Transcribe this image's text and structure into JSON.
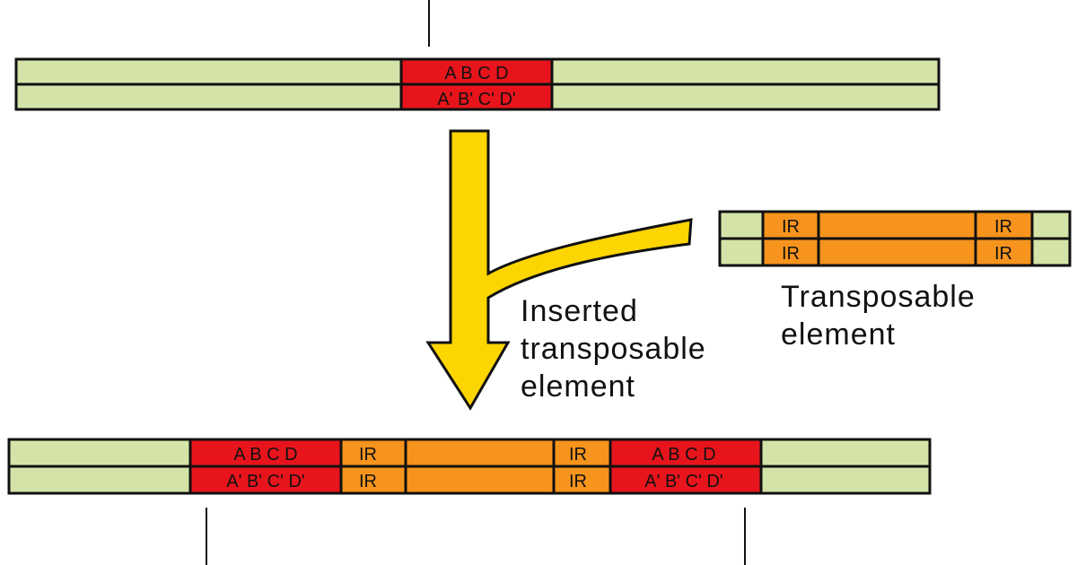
{
  "colors": {
    "dna_strand": "#d4e4a8",
    "target_site": "#e8141c",
    "transposon": "#f7941d",
    "arrow": "#fdd500",
    "outline": "#111111"
  },
  "target_site": {
    "top_strand": "A B C D",
    "bottom_strand": "A' B' C' D'"
  },
  "transposable_element": {
    "inverted_repeat": "IR",
    "label": [
      "Transposable",
      "element"
    ]
  },
  "insertion_arrow": {
    "icon": "down-arrow-with-branch-icon",
    "label": [
      "Inserted",
      "transposable",
      "element"
    ]
  },
  "product": {
    "left_duplicate": {
      "top_strand": "A B C D",
      "bottom_strand": "A' B' C' D'"
    },
    "left_ir": "IR",
    "right_ir": "IR",
    "right_duplicate": {
      "top_strand": "A B C D",
      "bottom_strand": "A' B' C' D'"
    }
  }
}
